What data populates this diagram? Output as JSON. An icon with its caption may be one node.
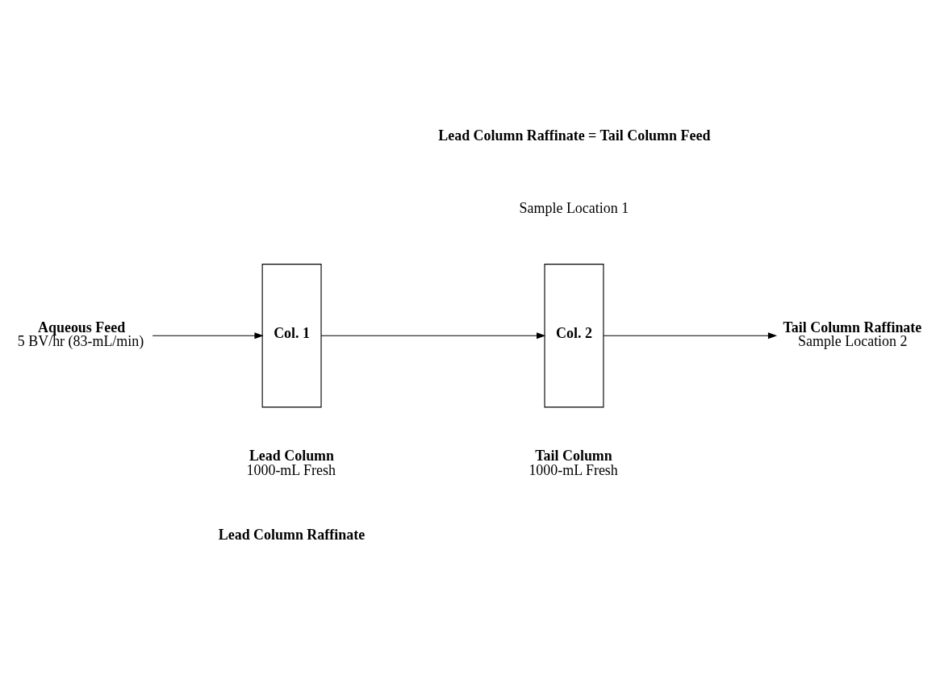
{
  "diagram": {
    "nodes": [
      {
        "text": [
          "Aqueous Feed",
          "5 BV/hr (83-mL/min)"
        ]
      },
      {
        "text": [
          "Col. 1"
        ],
        "beside": [
          "Lead Column",
          "1000-mL Fresh"
        ]
      },
      {
        "text": [
          "Col. 2"
        ],
        "beside": [
          "Tail Column",
          "1000-mL Fresh"
        ]
      },
      {
        "text": [
          "Tail Column Raffinate",
          "Sample Location 2"
        ]
      }
    ],
    "edges": [
      {
        "from": 0,
        "to": 1,
        "arrow": "to"
      },
      {
        "from": 1,
        "to": 2,
        "arrow": "to"
      },
      {
        "from": 2,
        "to": 3,
        "arrow": "to"
      }
    ],
    "labels": [
      "Lead Column Raffinate = Tail Column Feed",
      "Sample Location 1",
      "Lead Column Raffinate"
    ]
  }
}
